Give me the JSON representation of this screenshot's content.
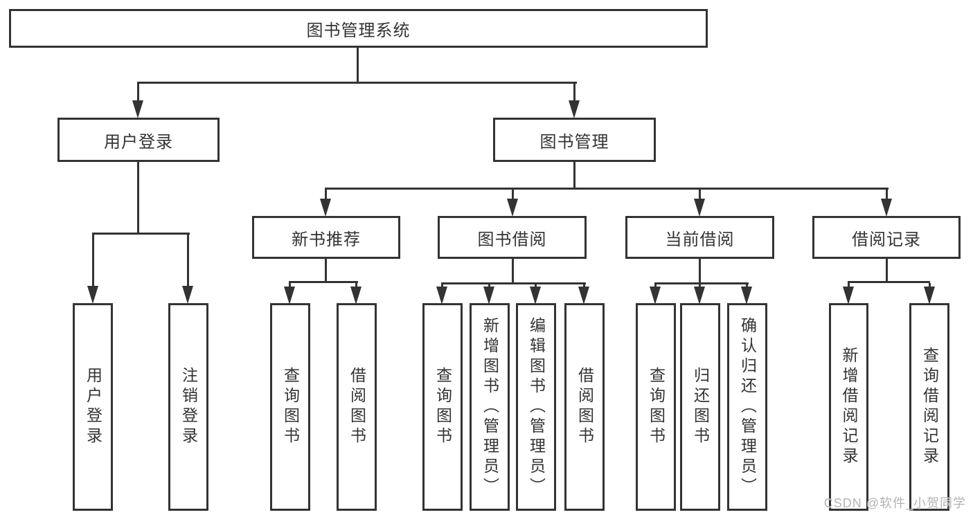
{
  "nodes": {
    "root": "图书管理系统",
    "level2": [
      "用户登录",
      "图书管理"
    ],
    "level3": [
      "新书推荐",
      "图书借阅",
      "当前借阅",
      "借阅记录"
    ],
    "leaves_user_login": [
      "用户登录",
      "注销登录"
    ],
    "leaves_new_books": [
      "查询图书",
      "借阅图书"
    ],
    "leaves_book_borrow": [
      "查询图书",
      "新增图书（管理员）",
      "编辑图书（管理员）",
      "借阅图书"
    ],
    "leaves_current_borrow": [
      "查询图书",
      "归还图书",
      "确认归还（管理员）"
    ],
    "leaves_borrow_records": [
      "新增借阅记录",
      "查询借阅记录"
    ]
  },
  "watermark": "CSDN @软件_小贺同学",
  "colors": {
    "line": "#333333",
    "text": "#333333",
    "watermark": "#b3b3b3",
    "background": "#ffffff"
  }
}
